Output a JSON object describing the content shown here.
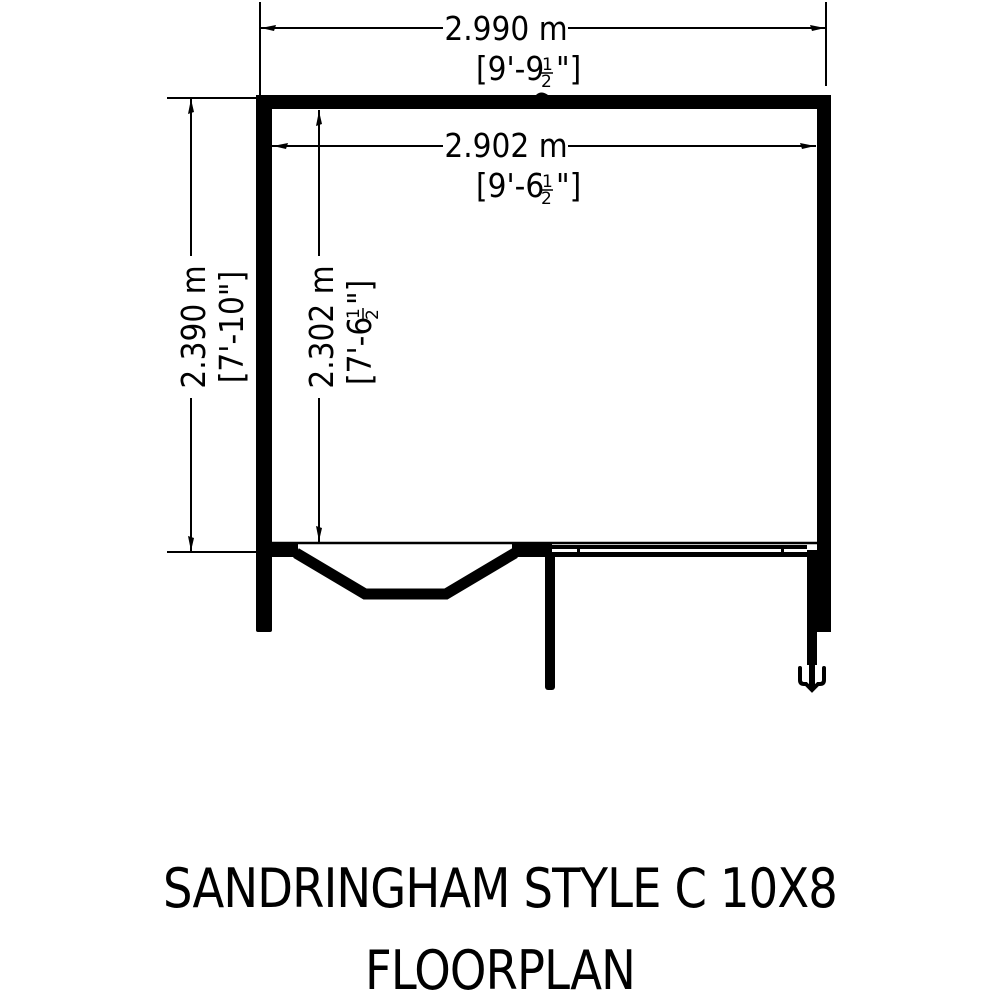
{
  "title": {
    "line1": "SANDRINGHAM STYLE C 10X8",
    "line2": "FLOORPLAN"
  },
  "dimensions": {
    "external_width": {
      "metric": "2.990 m",
      "imperial_prefix": "[9'-9",
      "imperial_frac_num": "1",
      "imperial_frac_den": "2",
      "imperial_suffix": "\"]"
    },
    "internal_width": {
      "metric": "2.902 m",
      "imperial_prefix": "[9'-6",
      "imperial_frac_num": "1",
      "imperial_frac_den": "2",
      "imperial_suffix": "\"]"
    },
    "external_depth": {
      "metric": "2.390 m",
      "imperial": "[7'-10\"]"
    },
    "internal_depth": {
      "metric": "2.302 m",
      "imperial_prefix": "[7'-6",
      "imperial_frac_num": "1",
      "imperial_frac_den": "2",
      "imperial_suffix": "\"]"
    }
  },
  "colors": {
    "line": "#000000",
    "background": "#ffffff"
  }
}
